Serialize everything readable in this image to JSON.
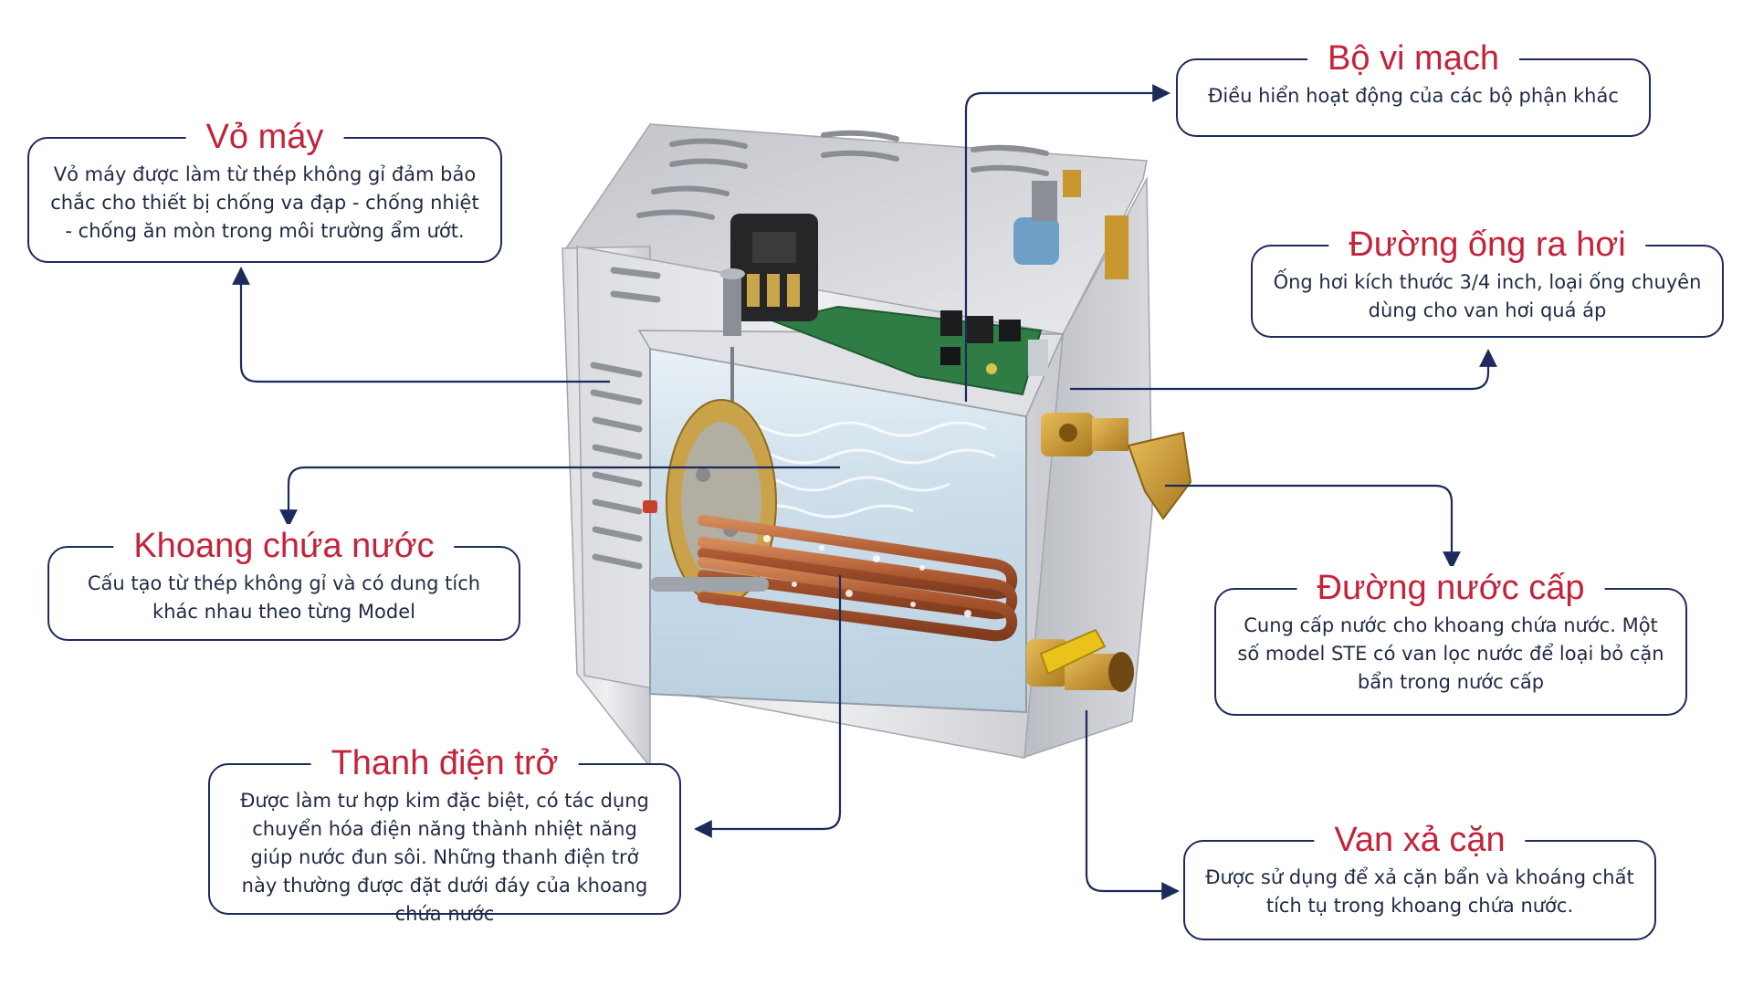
{
  "labels": {
    "vo_may": {
      "title": "Vỏ máy",
      "desc": "Vỏ máy được làm từ thép không gỉ đảm bảo chắc cho thiết bị chống va đạp - chống nhiệt - chống ăn mòn trong môi trường ẩm ướt."
    },
    "bo_vi_mach": {
      "title": "Bộ vi mạch",
      "desc": "Điều hiển hoạt động của các bộ phận khác"
    },
    "duong_ong_ra_hoi": {
      "title": "Đường ống ra hơi",
      "desc": "Ống hơi kích thước 3/4 inch, loại ống chuyên dùng cho van hơi quá áp"
    },
    "khoang_chua_nuoc": {
      "title": "Khoang chứa nước",
      "desc": "Cấu tạo từ thép không gỉ và có dung tích khác nhau theo từng Model"
    },
    "duong_nuoc_cap": {
      "title": "Đường nước cấp",
      "desc": "Cung cấp nước cho khoang chứa nước. Một số model STE có van lọc nước để loại bỏ cặn bẩn trong nước cấp"
    },
    "thanh_dien_tro": {
      "title": "Thanh điện trở",
      "desc": "Được làm tư hợp kim đặc biệt, có tác dụng chuyển hóa điện năng thành nhiệt năng giúp nước đun sôi. Những thanh điện trở này thường được đặt dưới đáy của khoang chứa nước"
    },
    "van_xa_can": {
      "title": "Van xả cặn",
      "desc": "Được sử dụng để xả cặn bẩn và khoáng chất tích tụ trong khoang chứa nước."
    }
  },
  "colors": {
    "title_red": "#c4233a",
    "border_navy": "#1d2a5c",
    "body_text": "#1f2a44",
    "steel_light": "#e6e7ea",
    "steel_mid": "#c7c9ce",
    "steel_dark": "#9fa3aa",
    "water": "#b9d3e6",
    "copper": "#b4623a",
    "brass": "#c9962f",
    "pcb_green": "#2f7d45",
    "valve_yellow": "#e9c21b"
  },
  "icons": {
    "arrow": "arrowhead-icon"
  }
}
